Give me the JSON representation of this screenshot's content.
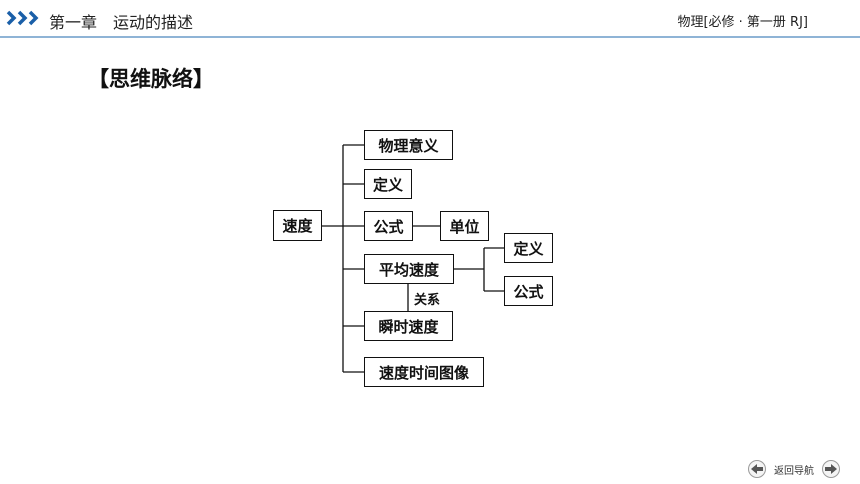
{
  "header": {
    "chapter_no": "第一章",
    "chapter_title": "运动的描述",
    "book": "物理[必修 · 第一册 RJ]"
  },
  "section_title": "【思维脉络】",
  "diagram": {
    "root": "速度",
    "branches": [
      "物理意义",
      "定义",
      "公式",
      "平均速度",
      "瞬时速度",
      "速度时间图像"
    ],
    "formula_child": "单位",
    "average_children": [
      "定义",
      "公式"
    ],
    "relation_label": "关系"
  },
  "footer": {
    "nav_label": "返回导航"
  },
  "colors": {
    "header_rule": "#8fb4d6",
    "chevron": "#1a5fa8"
  }
}
